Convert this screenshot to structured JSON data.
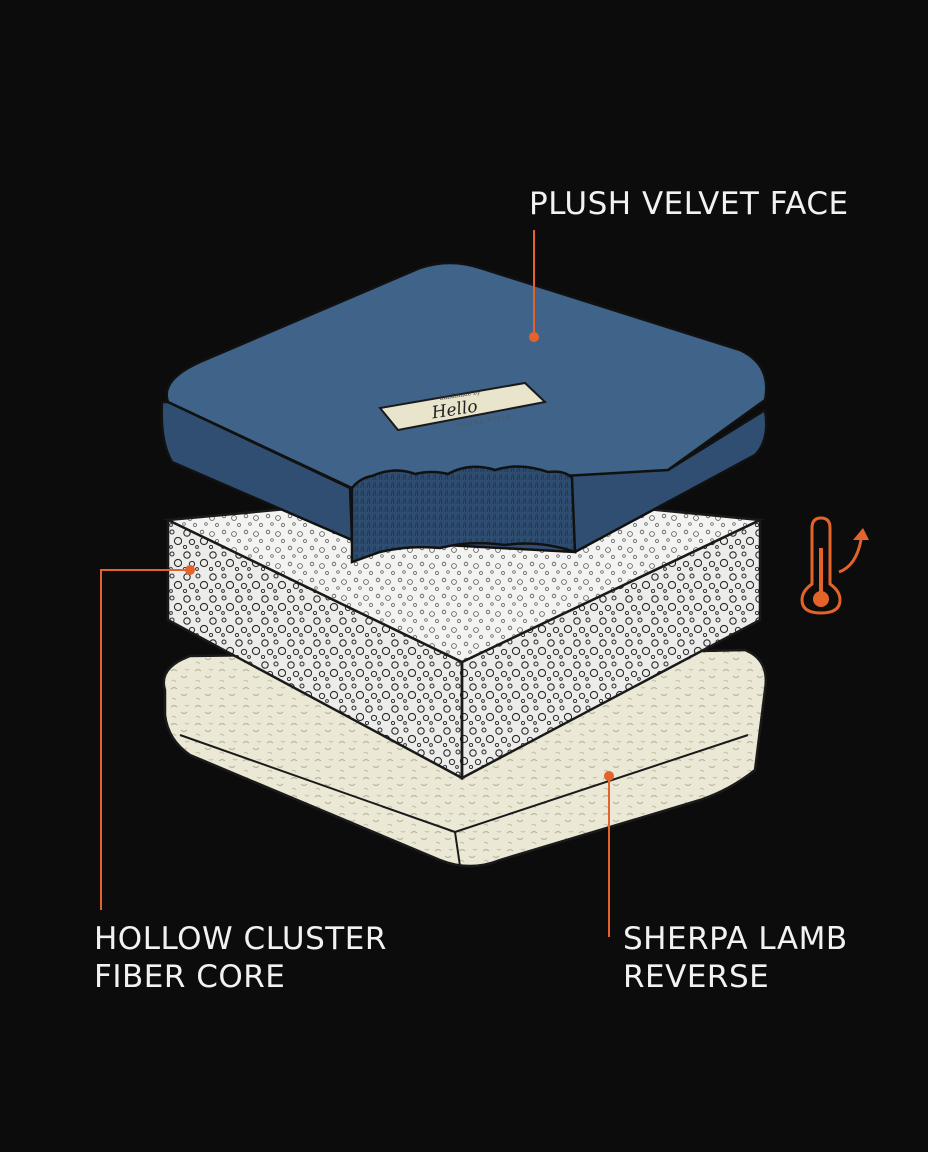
{
  "labels": {
    "top": [
      "PLUSH VELVET FACE"
    ],
    "left": [
      "HOLLOW CLUSTER",
      "FIBER CORE"
    ],
    "right": [
      "SHERPA LAMB",
      "REVERSE"
    ]
  },
  "tag": {
    "small_text": "handmade by",
    "main_text": "Hello",
    "sub_text": "NOUNA STYLE"
  },
  "icons": [
    "thermometer-icon",
    "curved-arrow-up-icon"
  ],
  "colors": {
    "background": "#0c0c0c",
    "accent": "#e4632b",
    "velvet": "#3e6288",
    "velvet_dark": "#27405e",
    "foam": "#e9e9e6",
    "sherpa": "#ece8d6",
    "label_text": "#f2f2f2"
  }
}
